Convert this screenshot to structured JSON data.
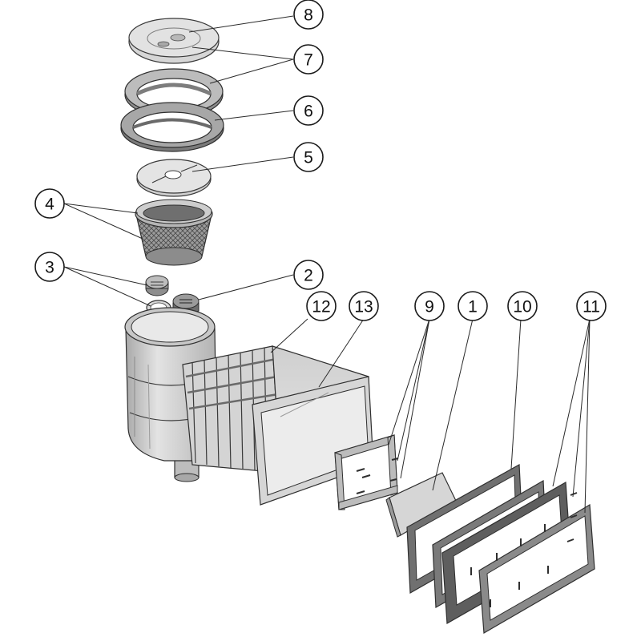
{
  "diagram": {
    "callouts": [
      {
        "id": "c8",
        "label": "8"
      },
      {
        "id": "c7",
        "label": "7"
      },
      {
        "id": "c6",
        "label": "6"
      },
      {
        "id": "c5",
        "label": "5"
      },
      {
        "id": "c4",
        "label": "4"
      },
      {
        "id": "c3",
        "label": "3"
      },
      {
        "id": "c2",
        "label": "2"
      },
      {
        "id": "c12",
        "label": "12"
      },
      {
        "id": "c13",
        "label": "13"
      },
      {
        "id": "c9",
        "label": "9"
      },
      {
        "id": "c1",
        "label": "1"
      },
      {
        "id": "c10",
        "label": "10"
      },
      {
        "id": "c11",
        "label": "11"
      }
    ]
  },
  "colors": {
    "part_light": "#d9d9d9",
    "part_mid": "#bdbdbd",
    "part_dark": "#8a8a8a",
    "gasket": "#6e6e6e",
    "outline": "#3a3a3a"
  }
}
